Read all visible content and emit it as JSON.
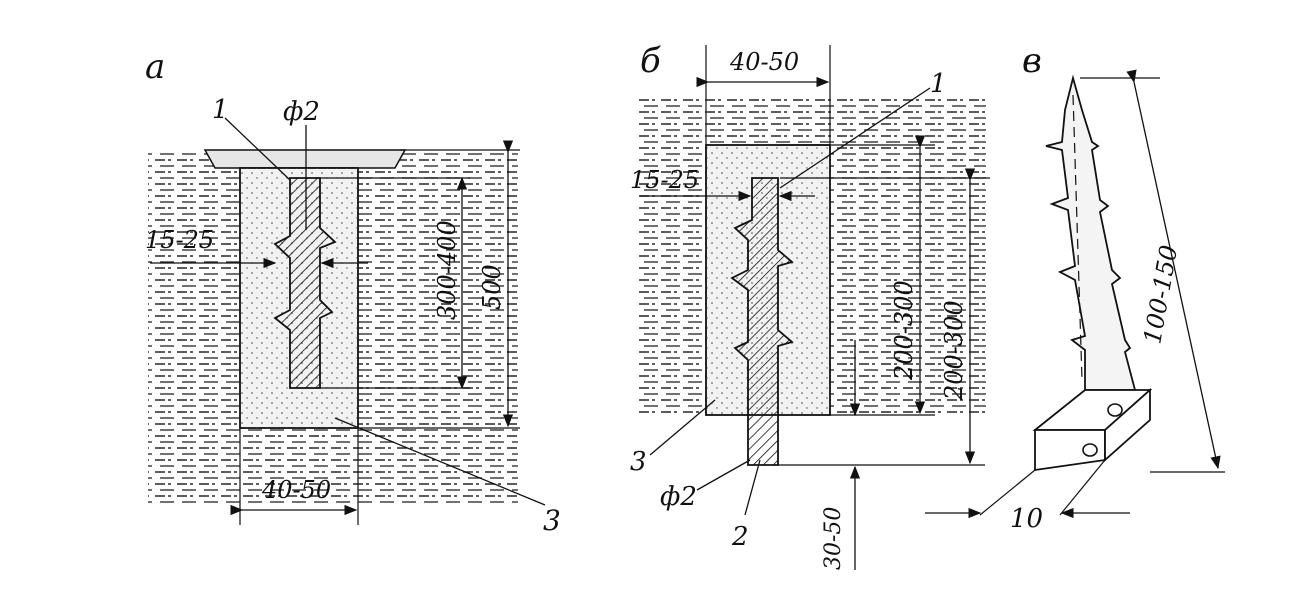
{
  "panels": {
    "a": {
      "letter": "а",
      "callout_1": "1",
      "callout_3": "3",
      "diameter": "ф2",
      "depth_gap": "15-25",
      "width": "40-50",
      "length_insert": "300-400",
      "length_total": "500"
    },
    "b": {
      "letter": "б",
      "callout_1": "1",
      "callout_2": "2",
      "callout_3": "3",
      "diameter": "ф2",
      "depth_gap": "15-25",
      "width": "40-50",
      "length_a": "200-300",
      "length_b": "200-300",
      "offset": "30-50"
    },
    "c": {
      "letter": "в",
      "length": "100-150",
      "base": "10"
    }
  },
  "colors": {
    "ink": "#111111",
    "fill": "#eeeeee"
  }
}
